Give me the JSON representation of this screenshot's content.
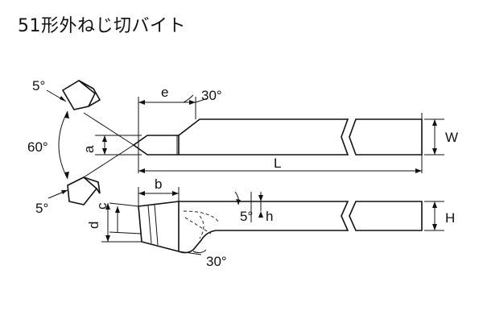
{
  "title": "51形外ねじ切バイト",
  "labels": {
    "e": "e",
    "angle_top": "30°",
    "angle_left_top": "5°",
    "angle_60": "60°",
    "angle_left_bottom": "5°",
    "a": "a",
    "W": "W",
    "L": "L",
    "b": "b",
    "c": "c",
    "d": "d",
    "angle_side": "5°",
    "h": "h",
    "H": "H",
    "angle_bottom": "30°"
  }
}
